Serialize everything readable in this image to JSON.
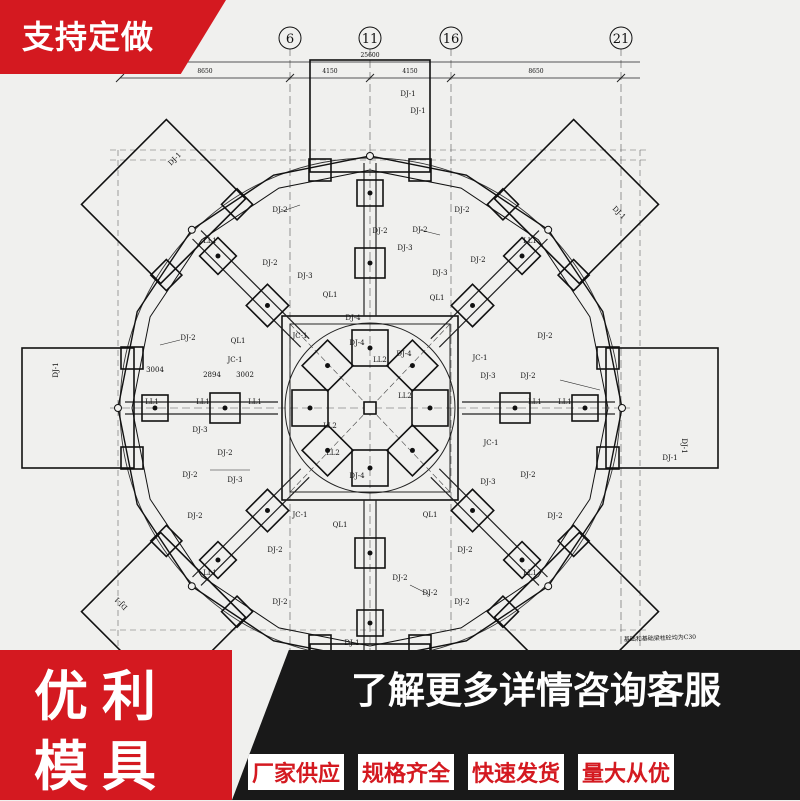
{
  "tag": "支持定做",
  "brand": {
    "line1": "优利",
    "line2": "模具"
  },
  "cta": "了解更多详情咨询客服",
  "features": [
    "厂家供应",
    "规格齐全",
    "快速发货",
    "量大从优"
  ],
  "drawing": {
    "axes": [
      "6",
      "11",
      "16",
      "21"
    ],
    "dims": [
      "8650",
      "4150",
      "4150",
      "8650",
      "25600"
    ],
    "note": "基础和基础梁柱砼均为C30",
    "labels": {
      "dj1": "DJ-1",
      "dj2": "DJ-2",
      "dj3": "DJ-3",
      "dj4": "DJ-4",
      "ll1": "LL1",
      "ll2": "LL2",
      "ql1": "QL1",
      "jc1": "JC-1",
      "d1": "2894",
      "d2": "3002",
      "d3": "3004"
    }
  }
}
